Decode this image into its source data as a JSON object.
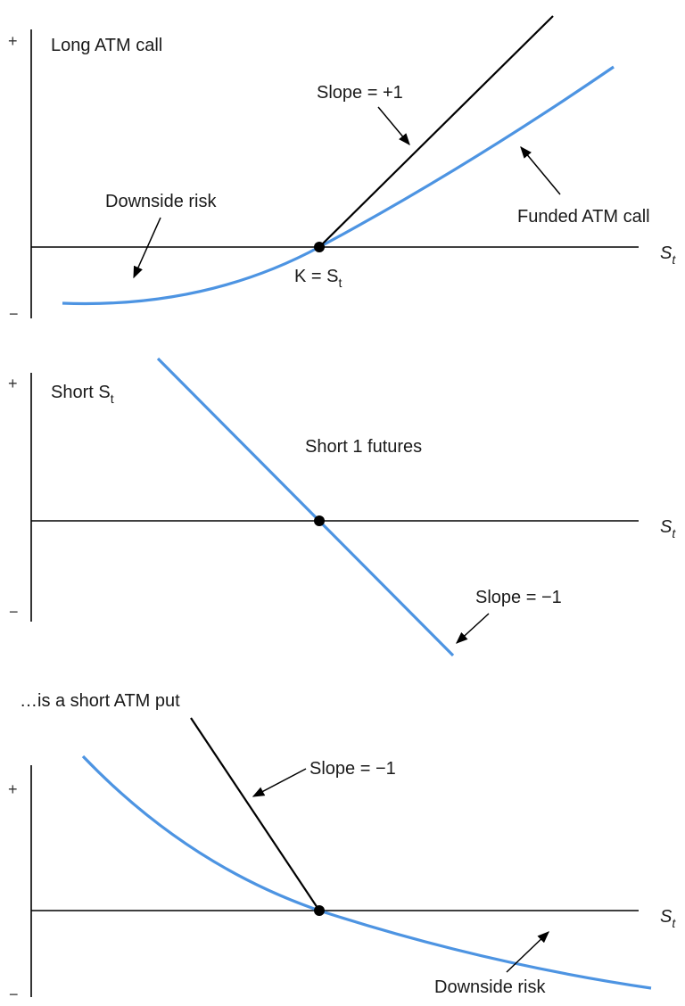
{
  "panels": [
    {
      "title": "Long ATM call",
      "plus": "+",
      "minus": "−",
      "x_axis_label_main": "S",
      "x_axis_label_sub": "t",
      "annotations": {
        "slope": "Slope = +1",
        "downside": "Downside risk",
        "curve": "Funded ATM call",
        "strike_main": "K = S",
        "strike_sub": "t"
      }
    },
    {
      "title_main": "Short S",
      "title_sub": "t",
      "plus": "+",
      "minus": "−",
      "x_axis_label_main": "S",
      "x_axis_label_sub": "t",
      "annotations": {
        "line": "Short 1 futures",
        "slope": "Slope = −1"
      }
    },
    {
      "title": "…is a short ATM put",
      "plus": "+",
      "minus": "−",
      "x_axis_label_main": "S",
      "x_axis_label_sub": "t",
      "annotations": {
        "slope": "Slope = −1",
        "downside": "Downside risk"
      }
    }
  ],
  "colors": {
    "payoff_curve": "#4d94e2",
    "slope_line": "#000000",
    "axis": "#000000"
  }
}
